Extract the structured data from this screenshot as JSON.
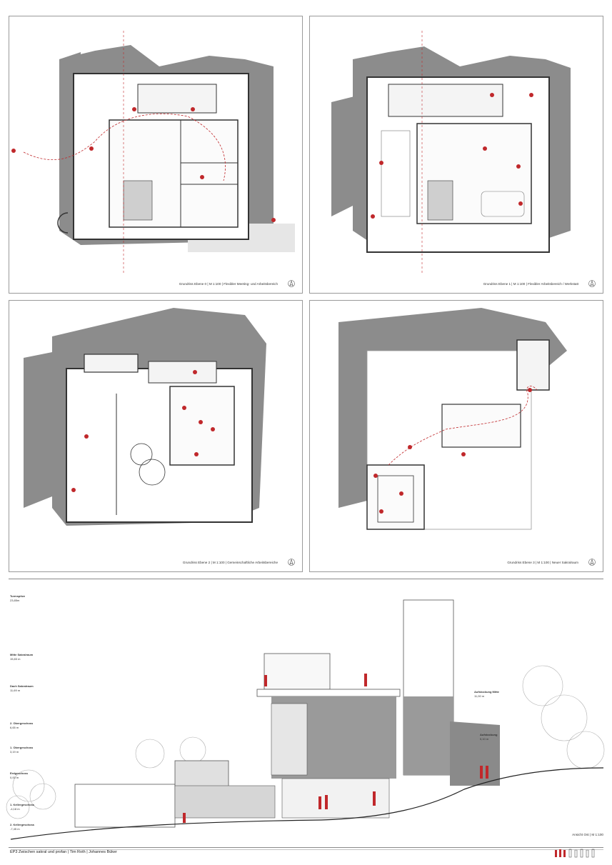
{
  "plans": [
    {
      "caption": "Grundriss Ebene 0  |  M 1:100  |  Flexibler Meeting- und Arbeitsbereich"
    },
    {
      "caption": "Grundriss Ebene 1  |  M 1:100  |  Flexibler Arbeitsbereich / Werkstatt"
    },
    {
      "caption": "Grundriss Ebene 2  |  M 1:100  |  Gemeinschaftliche Arbeitsbereiche"
    },
    {
      "caption": "Grundriss Ebene 3  |  M 1:100  |  Neuer Sakralraum"
    }
  ],
  "north_icon": "north-arrow-icon",
  "section": {
    "levels": [
      {
        "name": "Turmspitze",
        "value": "23,85m"
      },
      {
        "name": "Mitte Sakralraum",
        "value": "15,83 m"
      },
      {
        "name": "Dach Sakralraum",
        "value": "11,69 m"
      },
      {
        "name": "2. Obergeschoss",
        "value": "6,65 m"
      },
      {
        "name": "1. Obergeschoss",
        "value": "3,19 m"
      },
      {
        "name": "Erdgeschoss",
        "value": "0,00 m"
      },
      {
        "name": "1. Kellergeschoss",
        "value": "-4,18 m"
      },
      {
        "name": "2. Kellergeschoss",
        "value": "-7,45 m"
      }
    ],
    "labels": [
      {
        "name": "Aufstockung Mitte",
        "value": "11,00 m"
      },
      {
        "name": "Aufstockung",
        "value": "5,10 m"
      }
    ],
    "caption": "Ansicht Ost  |  M 1:100"
  },
  "footer": {
    "title": "EP3 Zwischen sakral und profan | Tim Roth | Johannes Büker"
  },
  "colors": {
    "wall": "#333333",
    "shadow": "#8c8c8c",
    "accent": "#c0282b"
  }
}
